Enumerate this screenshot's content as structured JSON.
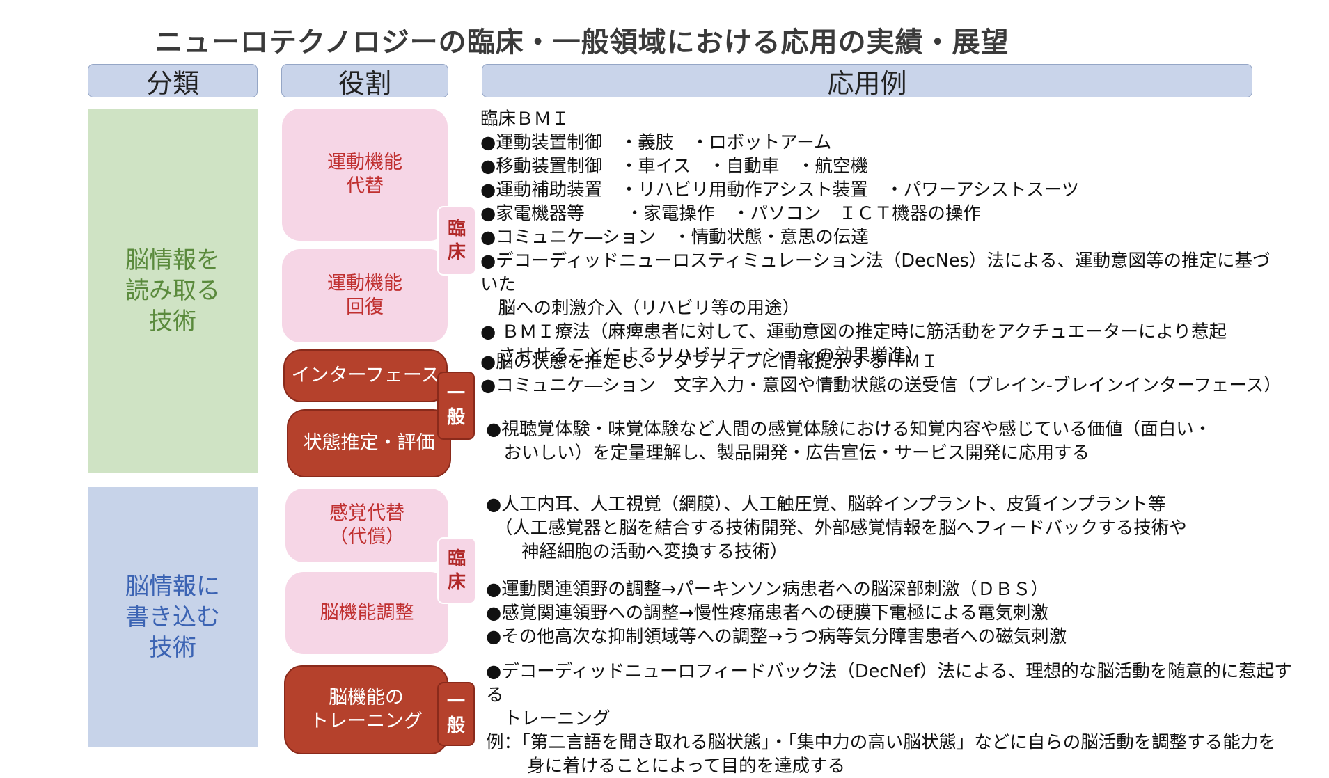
{
  "title": "ニューロテクノロジーの臨床・一般領域における応用の実績・展望",
  "headers": {
    "category": "分類",
    "role": "役割",
    "examples": "応用例"
  },
  "categories": {
    "read": "脳情報を\n読み取る\n技術",
    "write": "脳情報に\n書き込む\n技術"
  },
  "roles": {
    "motor_substitute": "運動機能\n代替",
    "motor_recovery": "運動機能\n回復",
    "interface": "インターフェース",
    "state_estimation": "状態推定・評価",
    "sensory_substitute": "感覚代替\n（代償）",
    "brain_adjust": "脳機能調整",
    "brain_training": "脳機能の\nトレーニング"
  },
  "tags": {
    "clinical": "臨\n床",
    "general": "一\n般"
  },
  "examples": {
    "read_clinical": "臨床ＢＭＩ\n●運動装置制御　・義肢　・ロボットアーム\n●移動装置制御　・車イス　・自動車　・航空機\n●運動補助装置　・リハビリ用動作アシスト装置　・パワーアシストスーツ\n●家電機器等　　 ・家電操作　・パソコン　ＩＣＴ機器の操作\n●コミュニケ―ション　・情動状態・意思の伝達\n●デコーディッドニューロスティミュレーション法（DecNes）法による、運動意図等の推定に基づいた\n　脳への刺激介入（リハビリ等の用途）\n● ＢＭＩ療法（麻痺患者に対して、運動意図の推定時に筋活動をアクチュエーターにより惹起\n　させせることによるリハビリテーションの効果増進）",
    "read_general_1": "●脳の状態を推定し、アダプティブに情報提示するＨＭＩ\n●コミュニケ―ション　文字入力・意図や情動状態の送受信（ブレイン-ブレインインターフェース）",
    "read_general_2": "●視聴覚体験・味覚体験など人間の感覚体験における知覚内容や感じている価値（面白い・\n　おいしい）を定量理解し、製品開発・広告宣伝・サービス開発に応用する",
    "write_clinical_1": "●人工内耳、人工視覚（網膜）、人工触圧覚、脳幹インプラント、皮質インプラント等\n　（人工感覚器と脳を結合する技術開発、外部感覚情報を脳へフィードバックする技術や\n　　神経細胞の活動へ変換する技術）",
    "write_clinical_2": "●運動関連領野の調整→パーキンソン病患者への脳深部刺激（ＤＢＳ）\n●感覚関連領野への調整→慢性疼痛患者への硬膜下電極による電気刺激\n●その他高次な抑制領域等への調整→うつ病等気分障害患者への磁気刺激",
    "write_general": "●デコーディッドニューロフィードバック法（DecNef）法による、理想的な脳活動を随意的に惹起する\n　トレーニング\n例：「第二言語を聞き取れる脳状態」・「集中力の高い脳状態」などに自らの脳活動を調整する能力を\n　　 身に着けることによって目的を達成する"
  },
  "colors": {
    "header_bg": "#c9d4ea",
    "read_bg": "#cfe3c4",
    "read_text": "#5a8a3c",
    "write_bg": "#c7d3e9",
    "write_text": "#3b63b3",
    "pink_bg": "#f6d6e6",
    "pink_text": "#c03030",
    "red_bg": "#b5412c"
  }
}
